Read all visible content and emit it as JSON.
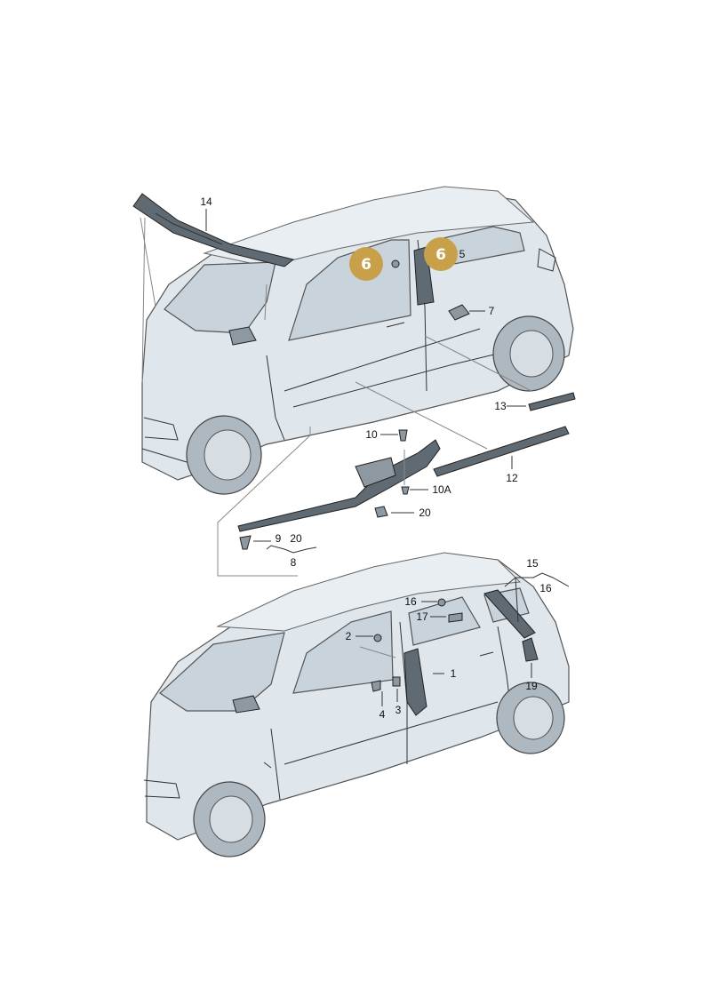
{
  "callouts": [
    {
      "label": "6",
      "color": "#c9a04a"
    },
    {
      "label": "6",
      "color": "#c9a04a"
    }
  ],
  "labels": {
    "l14": "14",
    "l5": "5",
    "l7": "7",
    "l13": "13",
    "l10": "10",
    "l10A": "10A",
    "l12": "12",
    "l20a": "20",
    "l9": "9",
    "l20b": "20",
    "l8": "8",
    "l15": "15",
    "l16a": "16",
    "l16b": "16",
    "l17": "17",
    "l2": "2",
    "l1": "1",
    "l4": "4",
    "l3": "3",
    "l19": "19"
  }
}
